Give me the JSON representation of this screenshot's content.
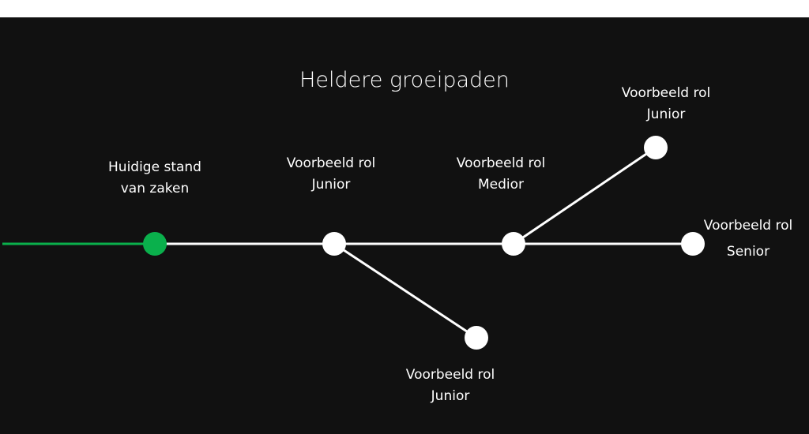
{
  "title": "Heldere groeipaden",
  "colors": {
    "background": "#111111",
    "line": "#ffffff",
    "current": "#0ab04c"
  },
  "nodes": {
    "current": {
      "line1": "Huidige stand",
      "line2": "van zaken"
    },
    "junior_main": {
      "line1": "Voorbeeld rol",
      "line2": "Junior"
    },
    "medior": {
      "line1": "Voorbeeld rol",
      "line2": "Medior"
    },
    "senior": {
      "line1": "Voorbeeld rol",
      "line2": "Senior"
    },
    "junior_top": {
      "line1": "Voorbeeld rol",
      "line2": "Junior"
    },
    "junior_bottom": {
      "line1": "Voorbeeld rol",
      "line2": "Junior"
    }
  }
}
